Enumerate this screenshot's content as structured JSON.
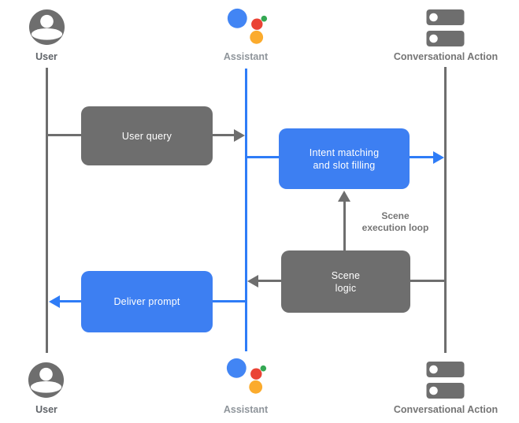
{
  "lanes": {
    "user": {
      "label": "User"
    },
    "assistant": {
      "label": "Assistant"
    },
    "conversational_action": {
      "label": "Conversational Action"
    }
  },
  "boxes": {
    "user_query": {
      "label": "User query"
    },
    "intent_matching": {
      "line1": "Intent matching",
      "line2": "and slot filling"
    },
    "scene_logic": {
      "line1": "Scene",
      "line2": "logic"
    },
    "deliver_prompt": {
      "label": "Deliver prompt"
    },
    "scene_execution_loop": {
      "line1": "Scene",
      "line2": "execution loop"
    }
  },
  "colors": {
    "gray": "#6e6e6e",
    "blue_box": "#3d7ff2",
    "blue_line": "#2e7cf7",
    "label_dark": "#5f6368",
    "label_mid": "#757575",
    "label_light": "#8f959b",
    "assistant_blue": "#4285f4",
    "assistant_red": "#ea4335",
    "assistant_yellow": "#fbab2d",
    "assistant_green": "#34a853"
  }
}
